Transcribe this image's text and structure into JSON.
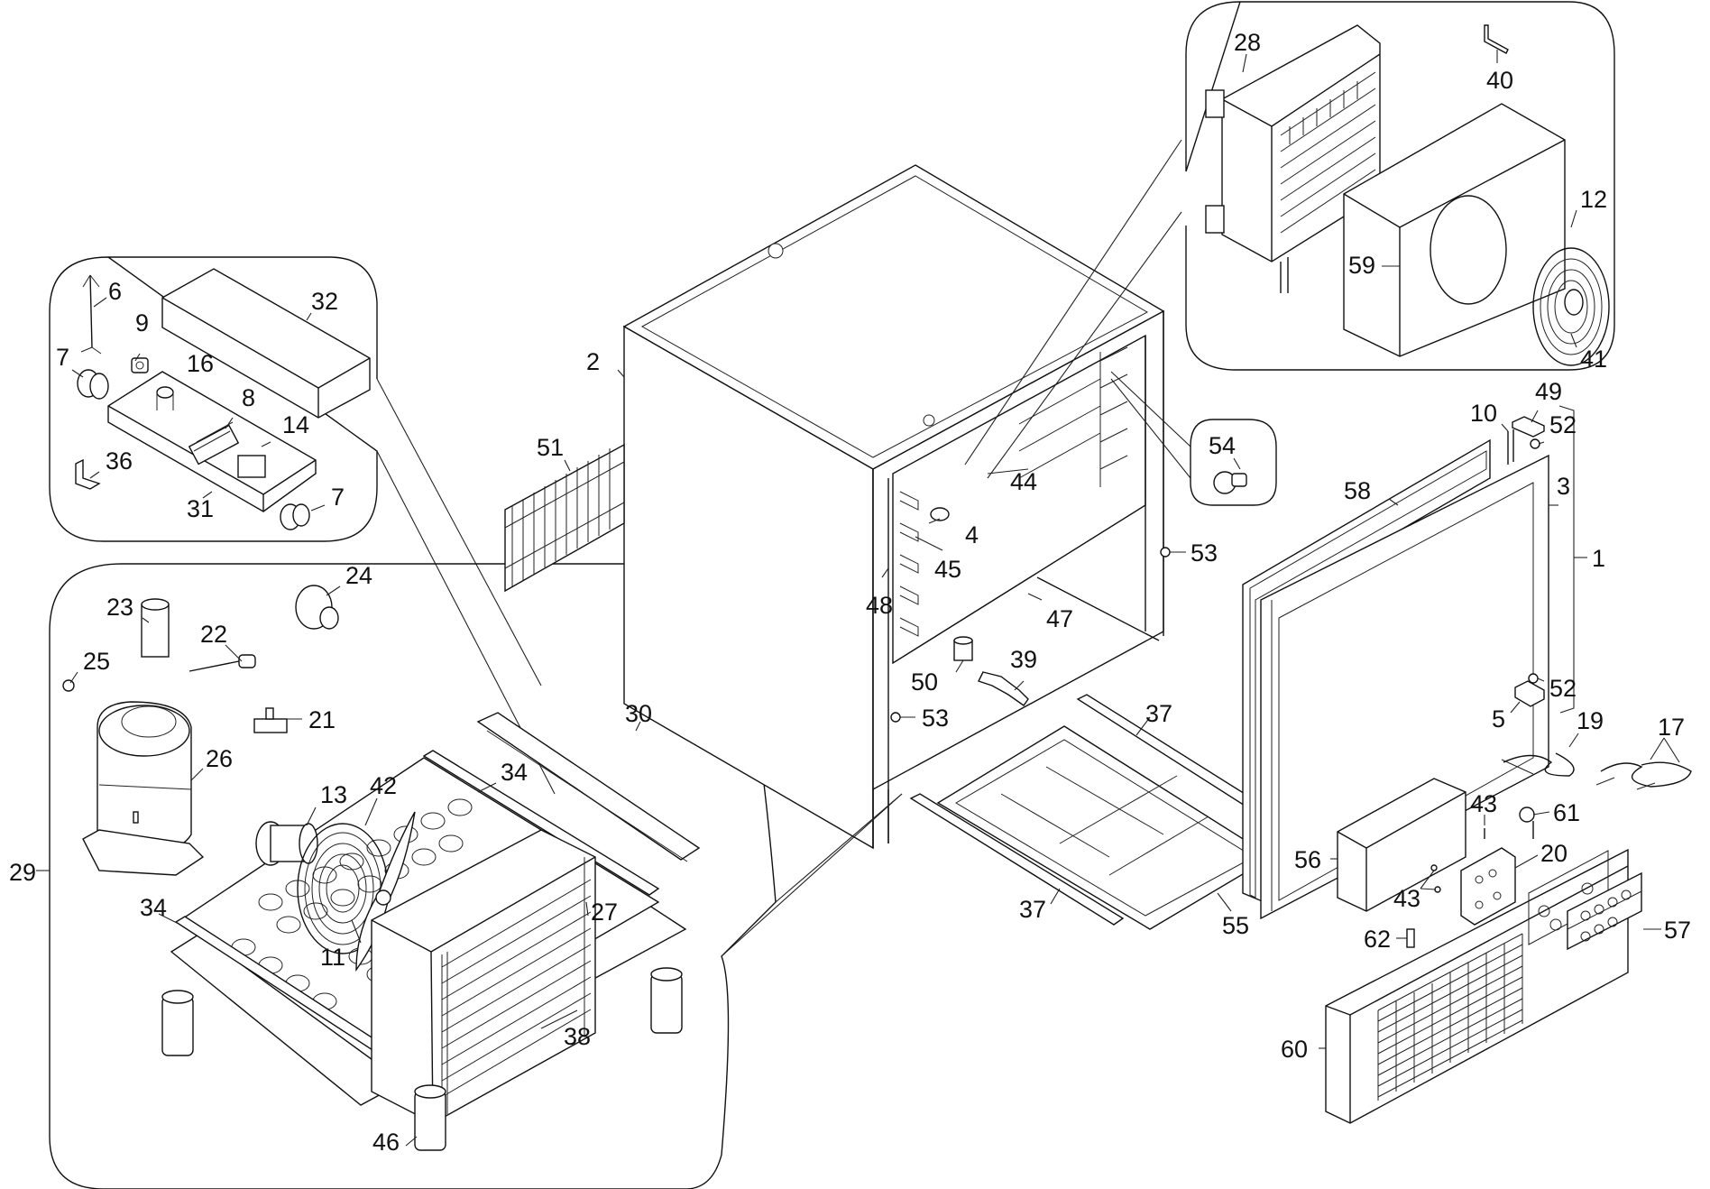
{
  "title": "Exploded parts diagram - refrigerated cabinet",
  "groups": [
    {
      "id": "electrical-box-detail",
      "parts": [
        "6",
        "7",
        "8",
        "9",
        "14",
        "16",
        "31",
        "32",
        "36"
      ]
    },
    {
      "id": "condensing-unit-detail",
      "label": "29",
      "parts": [
        "11",
        "13",
        "21",
        "22",
        "23",
        "24",
        "25",
        "26",
        "27",
        "34",
        "38",
        "42",
        "46"
      ]
    },
    {
      "id": "evaporator-detail",
      "parts": [
        "12",
        "28",
        "40",
        "41",
        "59"
      ]
    },
    {
      "id": "door-assembly",
      "label": "1",
      "parts": [
        "3",
        "5",
        "10",
        "49",
        "52",
        "58"
      ]
    },
    {
      "id": "rack-pin-detail",
      "parts": [
        "54"
      ]
    }
  ],
  "callouts": {
    "c1": "1",
    "c2": "2",
    "c3": "3",
    "c4": "4",
    "c5": "5",
    "c6": "6",
    "c7a": "7",
    "c7b": "7",
    "c8": "8",
    "c9": "9",
    "c10": "10",
    "c11": "11",
    "c12": "12",
    "c13": "13",
    "c14": "14",
    "c16": "16",
    "c17": "17",
    "c19": "19",
    "c20": "20",
    "c21": "21",
    "c22": "22",
    "c23": "23",
    "c24": "24",
    "c25": "25",
    "c26": "26",
    "c27": "27",
    "c28": "28",
    "c29": "29",
    "c30": "30",
    "c31": "31",
    "c32": "32",
    "c34a": "34",
    "c34b": "34",
    "c36": "36",
    "c37a": "37",
    "c37b": "37",
    "c38": "38",
    "c39": "39",
    "c40": "40",
    "c41": "41",
    "c42": "42",
    "c43a": "43",
    "c43b": "43",
    "c44": "44",
    "c45": "45",
    "c46": "46",
    "c47": "47",
    "c48": "48",
    "c49": "49",
    "c50": "50",
    "c51": "51",
    "c52a": "52",
    "c52b": "52",
    "c53a": "53",
    "c53b": "53",
    "c54": "54",
    "c55": "55",
    "c56": "56",
    "c57": "57",
    "c58": "58",
    "c59": "59",
    "c60": "60",
    "c61": "61",
    "c62": "62"
  }
}
